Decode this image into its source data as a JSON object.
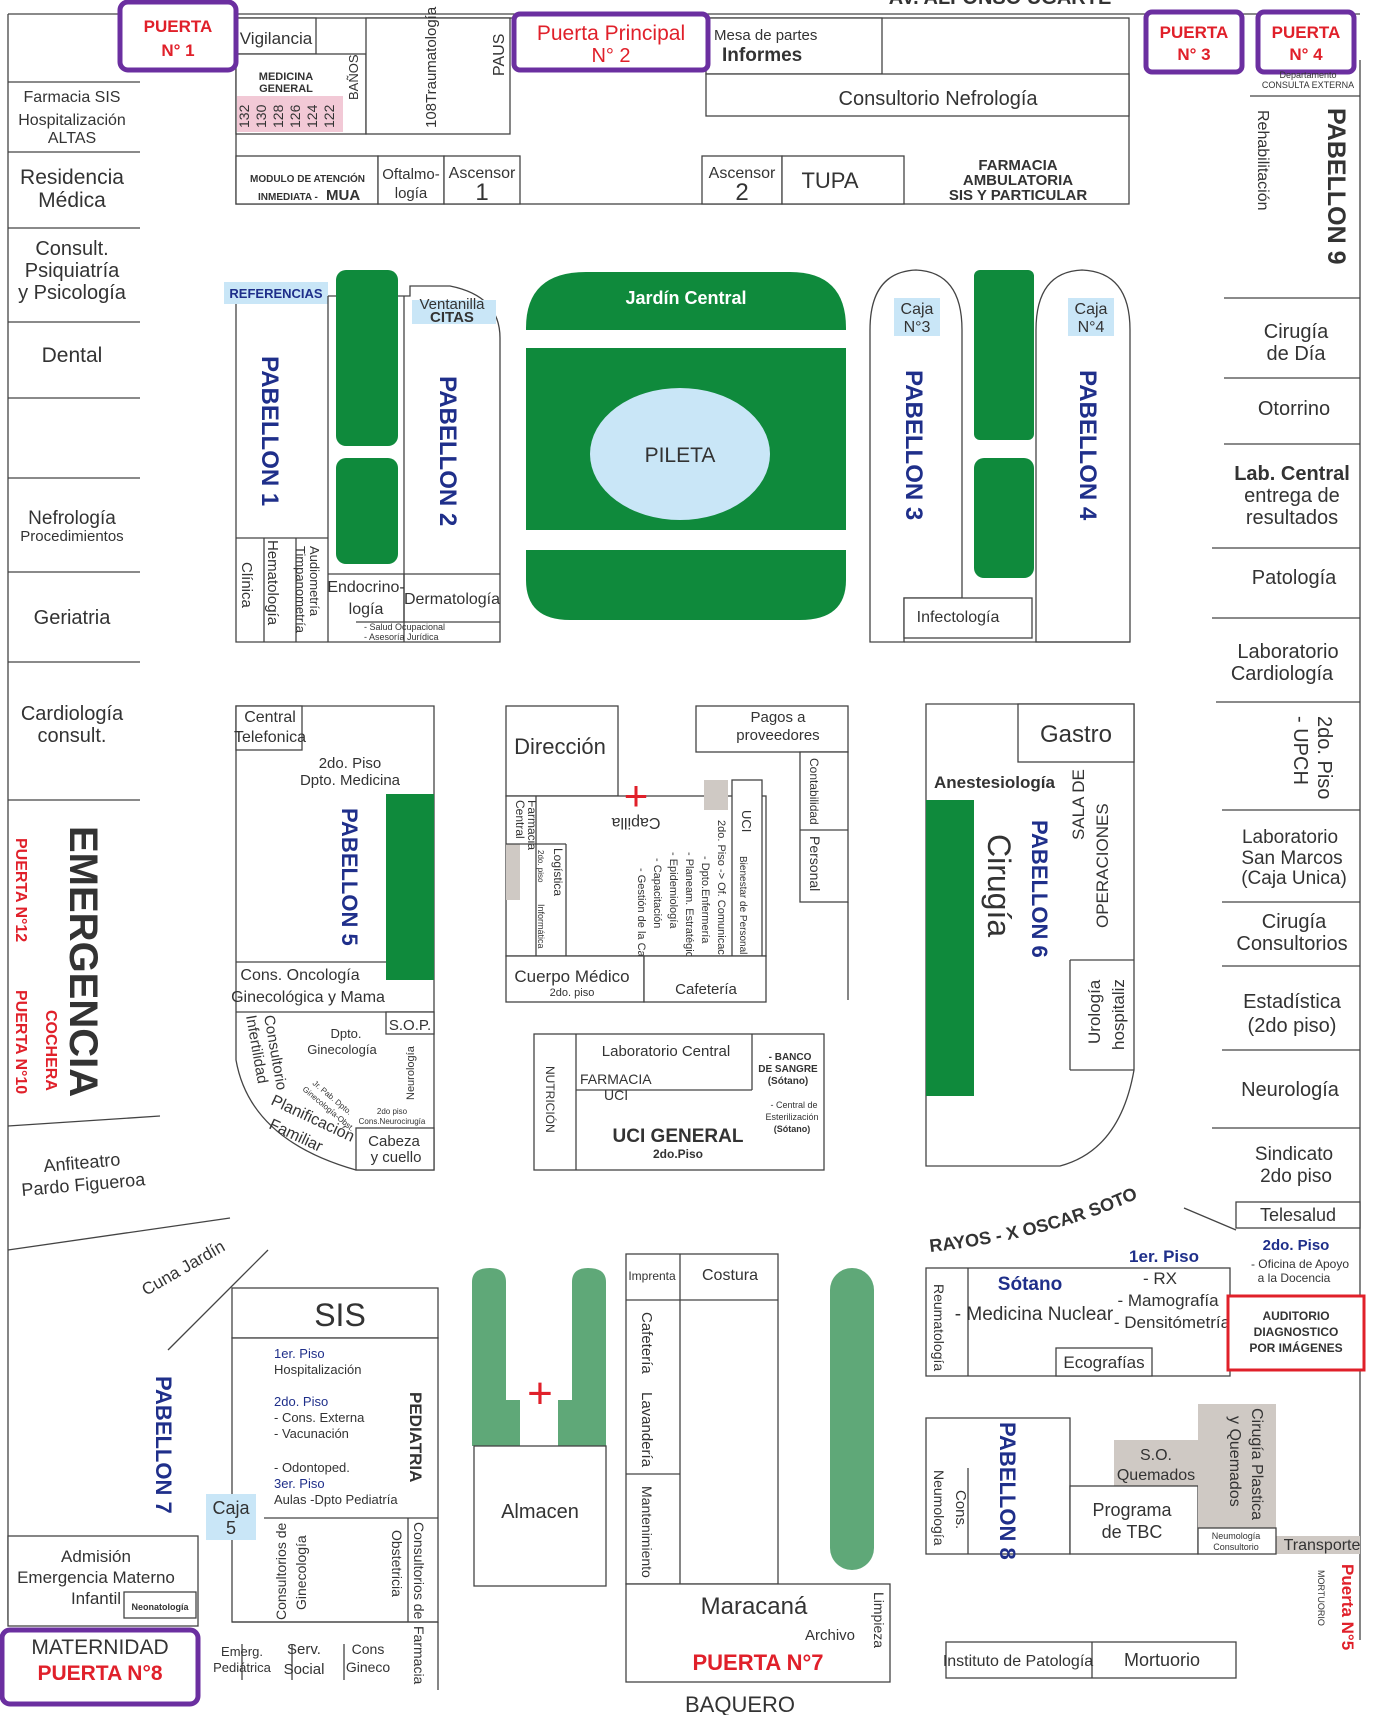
{
  "streets": {
    "top": "AV. ALFONSO UGARTE",
    "bottom": "BAQUERO",
    "diagonal": "RAYOS - X  OSCAR SOTO",
    "cuna": "Cuna Jardín"
  },
  "gates": {
    "g1": [
      "PUERTA",
      "N° 1"
    ],
    "g2": [
      "Puerta Principal",
      "N° 2"
    ],
    "g3": [
      "PUERTA",
      "N° 3"
    ],
    "g4": [
      "PUERTA",
      "N° 4"
    ],
    "g5": "Puerta N°5",
    "g7": "PUERTA N°7",
    "g8": [
      "MATERNIDAD",
      "PUERTA N°8"
    ],
    "g10": [
      "COCHERA",
      "PUERTA N°10"
    ],
    "g12": "PUERTA N°12"
  },
  "top_block": {
    "vigilancia": "Vigilancia",
    "medicina_general": [
      "MEDICINA",
      "GENERAL"
    ],
    "rooms": [
      "132",
      "130",
      "128",
      "126",
      "124",
      "122"
    ],
    "banos": "BAÑOS",
    "traumatologia": "108Traumatología",
    "paus": "PAUS",
    "mesa_partes": "Mesa de partes",
    "informes": "Informes",
    "nefrologia_consult": "Consultorio Nefrología",
    "mua": [
      "MODULO DE ATENCIÓN",
      "INMEDIATA -",
      "MUA"
    ],
    "oftalmologia": [
      "Oftalmo-",
      "logía"
    ],
    "ascensor1": [
      "Ascensor",
      "1"
    ],
    "ascensor2": [
      "Ascensor",
      "2"
    ],
    "tupa": "TUPA",
    "farmacia_amb": [
      "FARMACIA",
      "AMBULATORIA",
      "SIS Y PARTICULAR"
    ]
  },
  "left_column": {
    "farmacia_sis": [
      "Farmacia SIS",
      "Hospitalización",
      "ALTAS"
    ],
    "residencia": [
      "Residencia",
      "Médica"
    ],
    "psiquiatria": [
      "Consult.",
      "Psiquiatría",
      "y Psicología"
    ],
    "dental": "Dental",
    "nefrologia_proc": [
      "Nefrología",
      "Procedimientos"
    ],
    "geriatria": "Geriatria",
    "cardiologia": [
      "Cardiología",
      "consult."
    ],
    "emergencia": "EMERGENCIA",
    "anfiteatro": [
      "Anfiteatro",
      "Pardo Figueroa"
    ]
  },
  "right_column": {
    "depto": [
      "Departamento",
      "CONSULTA EXTERNA"
    ],
    "rehabilitacion": "Rehabilitación",
    "pabellon9": "PABELLON 9",
    "cirugia_dia": [
      "Cirugía",
      "de Día"
    ],
    "otorrino": "Otorrino",
    "lab_central": [
      "Lab. Central",
      "entrega de",
      "resultados"
    ],
    "patologia": "Patología",
    "lab_cardio": [
      "Laboratorio",
      "Cardiología"
    ],
    "upch": [
      "2do. Piso",
      "- UPCH"
    ],
    "lab_sanmarcos": [
      "Laboratorio",
      "San Marcos",
      "(Caja Unica)"
    ],
    "cirugia_consult": [
      "Cirugía",
      "Consultorios"
    ],
    "estadistica": [
      "Estadística",
      "(2do piso)"
    ],
    "neurologia": "Neurología",
    "sindicato": [
      "Sindicato",
      "2do piso"
    ],
    "telesalud": "Telesalud"
  },
  "center_top": {
    "referencias": "REFERENCIAS",
    "ventanilla": [
      "Ventanilla",
      "CITAS"
    ],
    "pabellon1": "PABELLON 1",
    "pabellon2": "PABELLON 2",
    "jardin": "Jardín Central",
    "pileta": "PILETA",
    "caja3": [
      "Caja",
      "N°3"
    ],
    "caja4": [
      "Caja",
      "N°4"
    ],
    "pabellon3": "PABELLON 3",
    "pabellon4": "PABELLON 4",
    "infectologia": "Infectología",
    "hematologia": [
      "Hematología",
      "Clínica"
    ],
    "audiometria": [
      "Audiometría",
      "Timpanometría"
    ],
    "endocrinologia": [
      "Endocrino-",
      "logía"
    ],
    "dermatologia": "Dermatología",
    "salud_ocupacional": [
      "- Salud Ocupacional",
      "- Asesoría Jurídica"
    ]
  },
  "center_mid": {
    "central_tel": [
      "Central",
      "Telefonica"
    ],
    "dpto_medicina": [
      "2do. Piso",
      "Dpto. Medicina"
    ],
    "pabellon5": "PABELLON 5",
    "oncologia": [
      "Cons. Oncología",
      "Ginecológica y Mama"
    ],
    "sop": "S.O.P.",
    "infertilidad": [
      "Consultorio",
      "Infertilidad"
    ],
    "dpto_gineco": [
      "Dpto.",
      "Ginecología"
    ],
    "neurologia": "Neurología",
    "jr_gineco": [
      "Jr. Pab. Dpto.",
      "Ginecología-Obst."
    ],
    "cons_neuro": [
      "2do piso",
      "Cons.Neurocirugía"
    ],
    "planificacion": [
      "Planificación",
      "Familiar"
    ],
    "cabeza": [
      "Cabeza",
      "y cuello"
    ],
    "direccion": "Dirección",
    "capilla": "Capilla",
    "pagos": [
      "Pagos a",
      "proveedores"
    ],
    "contabilidad": "Contabilidad",
    "personal": "Personal",
    "uci": "UCI",
    "bienestar": "Bienestar de Personal",
    "farmacia_central": [
      "Farmacia",
      "Central"
    ],
    "logistica": [
      "Logística",
      "2do. piso"
    ],
    "informatica": "Informática",
    "piso2_list": [
      "2do. Piso -> Of. Comunicaciones",
      "- Dpto.Enfermería",
      "- Planeam. Estratégico",
      "- Epidemiología",
      "- Capacitación",
      "- Gestión de la Calidad"
    ],
    "cuerpo_medico": [
      "Cuerpo Médico",
      "2do. piso"
    ],
    "cafeteria": "Cafetería",
    "nutricion": "NUTRICIÓN",
    "lab_central": "Laboratorio Central",
    "farmacia_uci": [
      "FARMACIA",
      "UCI"
    ],
    "uci_general": [
      "UCI GENERAL",
      "2do.Piso"
    ],
    "banco_sangre": [
      "- BANCO",
      "DE SANGRE",
      "(Sótano)"
    ],
    "esterilizacion": [
      "- Central de",
      "Esterilización",
      "(Sótano)"
    ],
    "gastro": "Gastro",
    "anestesiologia": "Anestesiología",
    "pabellon6": "PABELLON 6",
    "cirugia": "Cirugía",
    "sala_operaciones": [
      "SALA DE",
      "OPERACIONES"
    ],
    "urologia": [
      "Urología",
      "hospitaliz"
    ]
  },
  "bottom": {
    "sis": "SIS",
    "pediatria": "PEDIATRIA",
    "piso1": "1er. Piso",
    "hospitalizacion": "Hospitalización",
    "piso2": "2do. Piso",
    "cons_externa": "- Cons. Externa",
    "vacunacion": "- Vacunación",
    "odontoped": "- Odontoped.",
    "piso3": "3er. Piso",
    "aulas": "Aulas -Dpto Pediatría",
    "pabellon7": "PABELLON 7",
    "caja5": [
      "Caja",
      "5"
    ],
    "cons_gineco": [
      "Consultorios de",
      "Ginecología"
    ],
    "cons_obstetricia": [
      "Consultorios de",
      "Obstetricia"
    ],
    "farmacia": "Farmacia",
    "admision": [
      "Admisión",
      "Emergencia Materno",
      "Infantil"
    ],
    "neonatologia": "Neonatología",
    "emerg_ped": [
      "Emerg.",
      "Pediátrica"
    ],
    "serv_social": [
      "Serv.",
      "Social"
    ],
    "cons_gineco2": [
      "Cons",
      "Gineco"
    ],
    "almacen": "Almacen",
    "imprenta": "Imprenta",
    "costura": "Costura",
    "cafeteria": "Cafetería",
    "lavanderia": "Lavandería",
    "mantenimiento": "Mantenimiento",
    "maracana": "Maracaná",
    "archivo": "Archivo",
    "limpieza": "Limpieza",
    "reumatologia": "Reumatología",
    "sotano": "Sótano",
    "medicina_nuclear": "- Medicina Nuclear",
    "piso1b": "1er. Piso",
    "rx": "- RX",
    "mamografia": "- Mamografía",
    "densitometria": "- Densitómetría",
    "piso2b": "2do. Piso",
    "oficina_apoyo": [
      "- Oficina de Apoyo",
      "a la Docencia"
    ],
    "auditorio": [
      "AUDITORIO",
      "DIAGNOSTICO",
      "POR IMÁGENES"
    ],
    "ecografias": "Ecografías",
    "neumologia": "Neumología",
    "cons": "Cons.",
    "pabellon8": "PABELLON 8",
    "so_quemados": [
      "S.O.",
      "Quemados"
    ],
    "tbc": [
      "Programa",
      "de TBC"
    ],
    "cirugia_plastica": [
      "Cirugía Plastica",
      "y Quemados"
    ],
    "neumo_consult": [
      "Neumología",
      "Consultorio"
    ],
    "transporte": "Transporte",
    "mortuorio_v": "MORTUORIO",
    "instituto_patologia": "Instituto de Patología",
    "mortuorio": "Mortuorio"
  },
  "colors": {
    "green": "#0f8a3c",
    "light_green": "#5fa878",
    "gate_border": "#6b2fa0",
    "red": "#e0202a",
    "blue": "#1f2f8a",
    "light_blue": "#c9e6f7"
  }
}
